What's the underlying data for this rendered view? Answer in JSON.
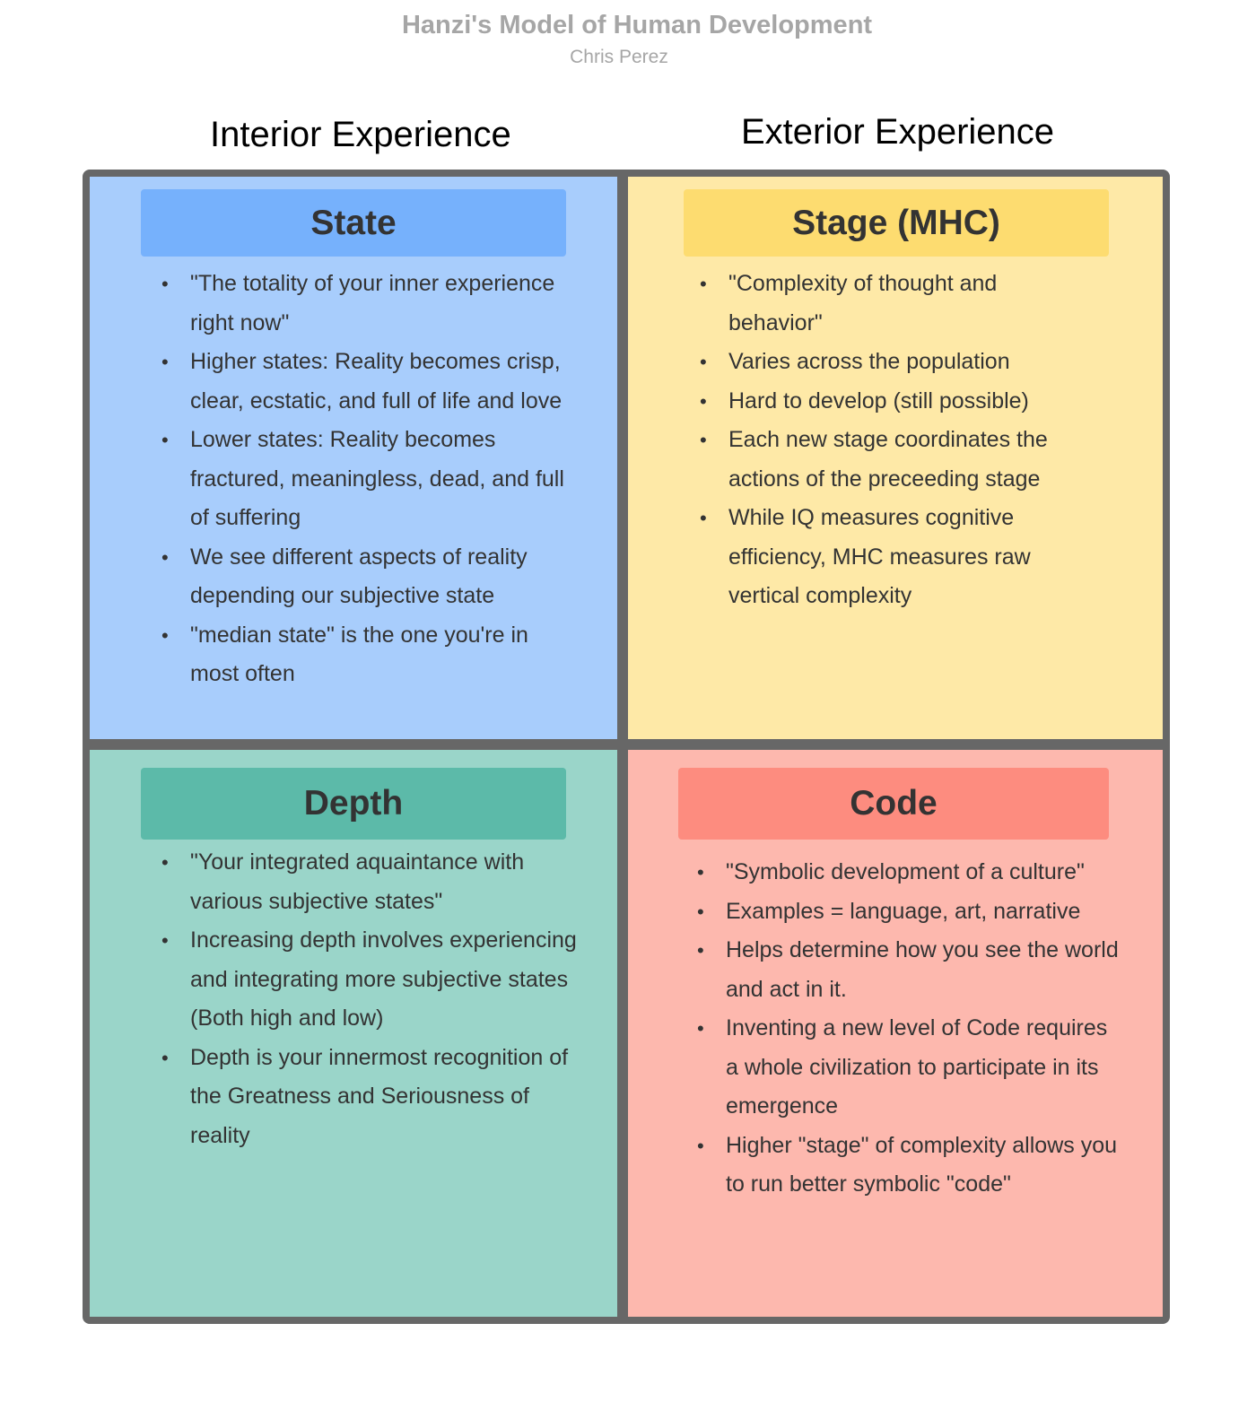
{
  "document": {
    "title": "Hanzi's Model of Human Development",
    "author": "Chris Perez"
  },
  "columns": {
    "interior": "Interior Experience",
    "exterior": "Exterior Experience"
  },
  "quadrants": {
    "state": {
      "title": "State",
      "color": "#a8cdfc",
      "header_color": "#76b1fc",
      "bullets": [
        "\"The totality of your inner experience right now\"",
        "Higher states: Reality becomes crisp, clear, ecstatic, and full of life and love",
        "Lower states: Reality becomes fractured, meaningless, dead, and full of suffering",
        "We see different aspects of reality depending our subjective state",
        "\"median state\" is the one you're in most often"
      ]
    },
    "stage": {
      "title": "Stage (MHC)",
      "color": "#fee9a7",
      "header_color": "#fddc70",
      "bullets": [
        "\"Complexity of thought and behavior\"",
        "Varies across the population",
        "Hard to develop (still possible)",
        "Each new stage coordinates the actions of the preceeding stage",
        "While IQ measures cognitive efficiency, MHC measures raw vertical complexity"
      ]
    },
    "depth": {
      "title": "Depth",
      "color": "#9ad5c9",
      "header_color": "#5cbaa9",
      "bullets": [
        "\"Your integrated aquaintance with various subjective states\"",
        "Increasing depth involves experiencing and integrating more subjective states (Both high and low)",
        "Depth is your innermost recognition of the Greatness and Seriousness of reality"
      ]
    },
    "code": {
      "title": "Code",
      "color": "#fdb8ae",
      "header_color": "#fd8c7f",
      "bullets": [
        "\"Symbolic development of a culture\"",
        "Examples =  language, art, narrative",
        "Helps determine how you see the world and act in it.",
        "Inventing a new level of Code requires a whole civilization to participate in its emergence",
        "Higher \"stage\" of complexity allows you to run better symbolic \"code\""
      ]
    }
  }
}
